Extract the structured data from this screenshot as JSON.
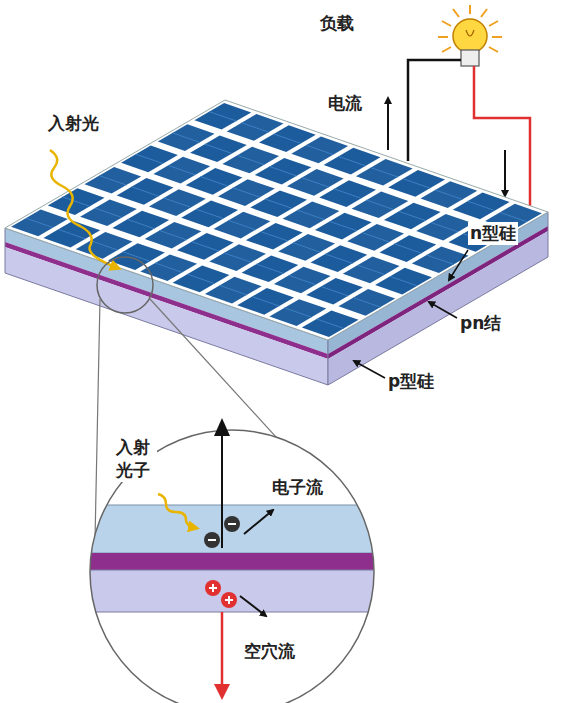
{
  "diagram": {
    "labels": [
      "负载",
      "入射光",
      "电流",
      "n型硅",
      "pn结",
      "p型硅",
      "入射 光子",
      "电子流",
      "空穴流"
    ]
  }
}
